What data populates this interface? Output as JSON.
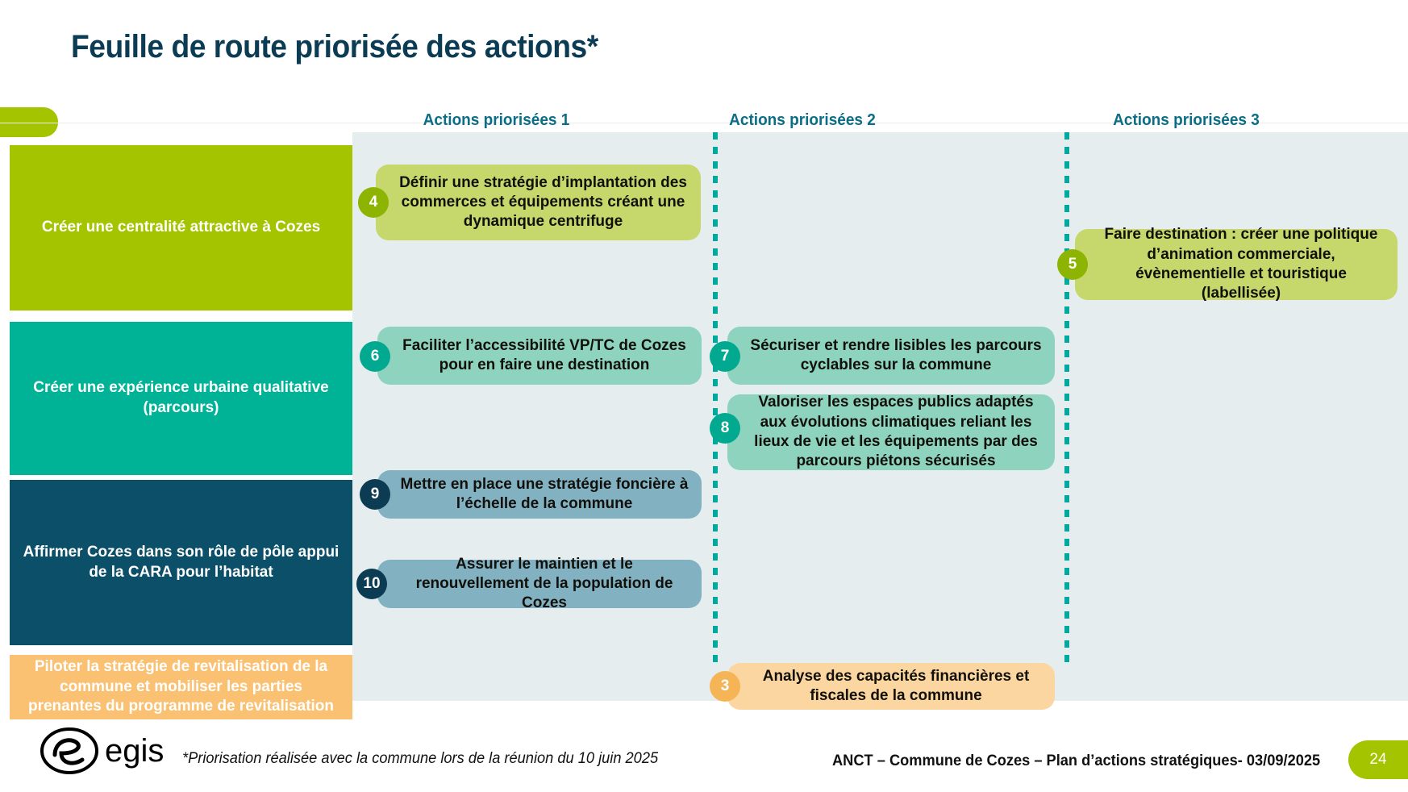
{
  "slide": {
    "title": "Feuille de route priorisée des actions*",
    "accent_green": "#A5C400",
    "accent_teal": "#00B396",
    "accent_navy": "#0B4F68",
    "accent_orange": "#FBC173",
    "panel_bg": "#E6EDEF"
  },
  "columns": [
    {
      "label": "Actions priorisées 1"
    },
    {
      "label": "Actions priorisées 2"
    },
    {
      "label": "Actions priorisées 3"
    }
  ],
  "rows": [
    {
      "label": "Créer une centralité attractive à Cozes"
    },
    {
      "label": "Créer une expérience urbaine qualitative (parcours)"
    },
    {
      "label": "Affirmer Cozes dans son rôle de pôle appui de la CARA pour l’habitat"
    },
    {
      "label": "Piloter la stratégie de revitalisation de la commune et mobiliser les parties prenantes du programme de revitalisation"
    }
  ],
  "cards": [
    {
      "number": "4",
      "text": "Définir une stratégie d’implantation des commerces et équipements créant une dynamique centrifuge"
    },
    {
      "number": "5",
      "text": "Faire destination : créer une politique d’animation commerciale, évènementielle et touristique  (labellisée)"
    },
    {
      "number": "6",
      "text": "Faciliter l’accessibilité VP/TC de Cozes pour en faire une destination"
    },
    {
      "number": "7",
      "text": "Sécuriser et rendre lisibles les parcours cyclables sur la commune"
    },
    {
      "number": "8",
      "text": "Valoriser les espaces publics adaptés aux évolutions climatiques reliant les lieux de vie et les équipements par des parcours piétons sécurisés"
    },
    {
      "number": "9",
      "text": "Mettre en place une stratégie foncière à l’échelle de la commune"
    },
    {
      "number": "10",
      "text": "Assurer le maintien et le renouvellement de la population de Cozes"
    },
    {
      "number": "3",
      "text": "Analyse des capacités financières et fiscales de la commune"
    }
  ],
  "footer": {
    "logo_text": "egis",
    "note": "*Priorisation réalisée avec la commune lors de la réunion du 10 juin 2025",
    "project": "ANCT – Commune de Cozes – Plan d’actions stratégiques- 03/09/2025",
    "page_number": "24"
  }
}
